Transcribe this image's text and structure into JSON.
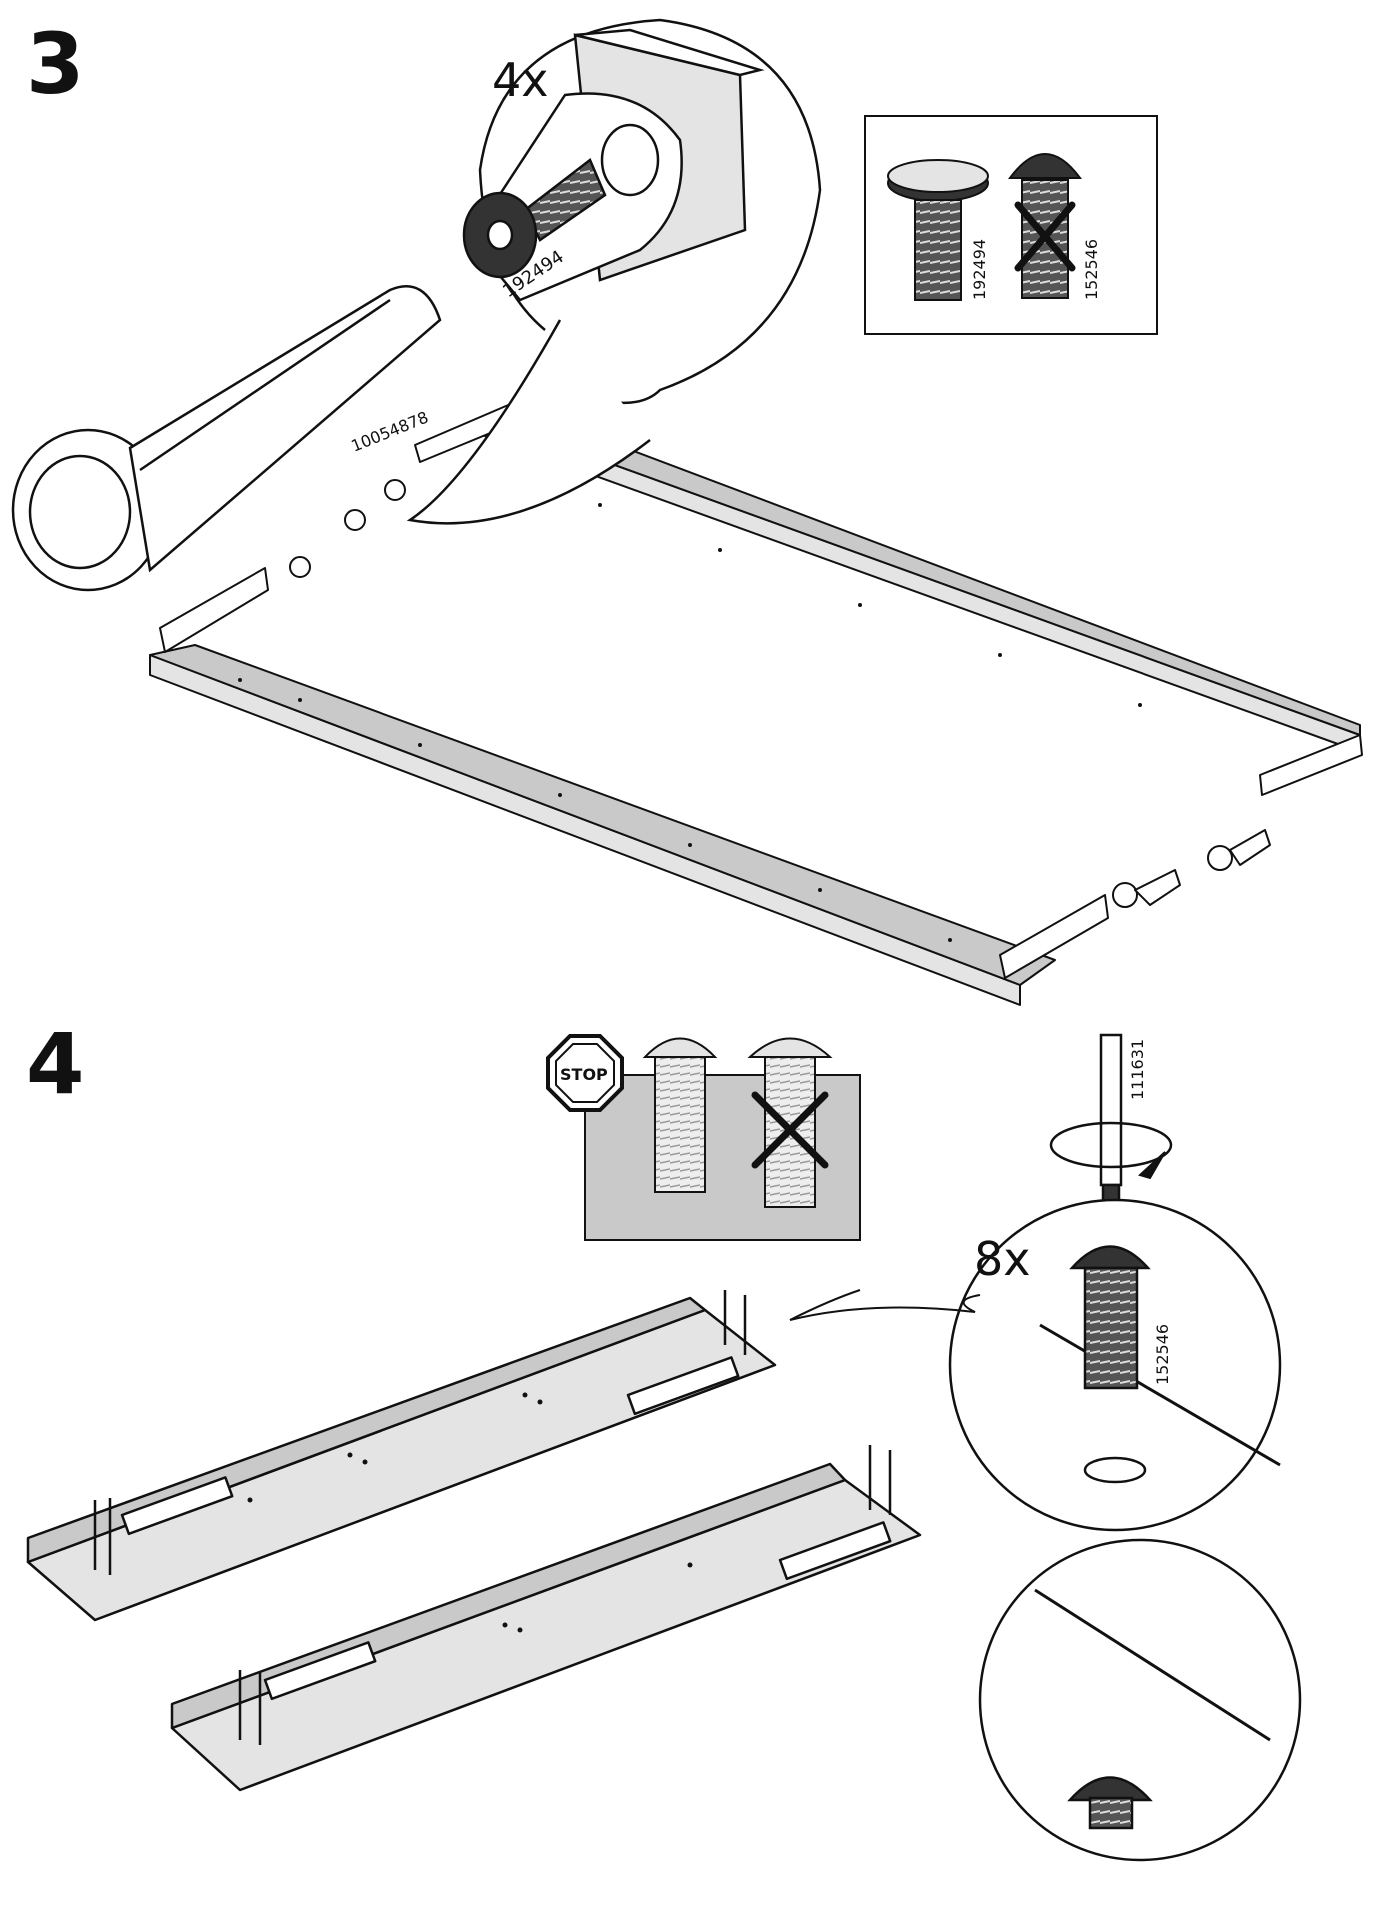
{
  "steps": [
    {
      "number": "3"
    },
    {
      "number": "4"
    }
  ],
  "step3": {
    "quantity": "4x",
    "parts": {
      "leg": "10054878",
      "bolt": "192494"
    },
    "comparison": {
      "correct_part": "192494",
      "wrong_part": "152546"
    }
  },
  "step4": {
    "stop_label": "STOP",
    "tool": "111631",
    "quantity": "8x",
    "screw": "152546"
  },
  "colors": {
    "line": "#111111",
    "panel_gray": "#c9c9c9",
    "panel_light": "#e4e4e4",
    "screw_dark": "#333333"
  },
  "icons": [
    "stop-sign-icon",
    "wrong-x-icon",
    "rotation-arrow-icon"
  ]
}
